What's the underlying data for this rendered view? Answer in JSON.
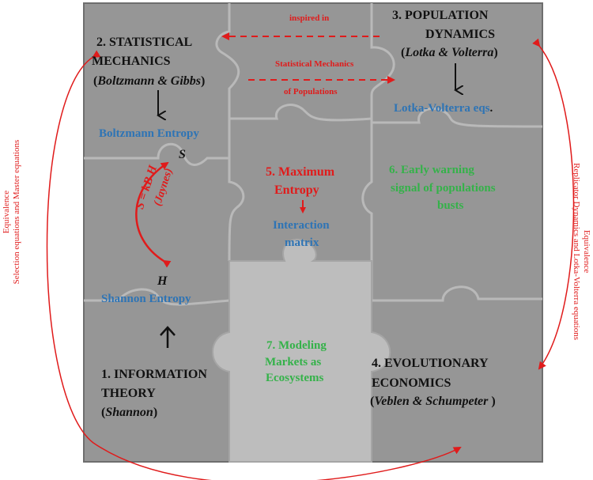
{
  "statmech": {
    "title_line1": "2. STATISTICAL",
    "title_line2": "MECHANICS",
    "authors": "Boltzmann & Gibbs",
    "entropy": "Boltzmann Entropy",
    "symbol": "S"
  },
  "arrows": {
    "inspired": "inspired  in",
    "statmech_line1": "Statistical Mechanics",
    "statmech_line2": "of Populations"
  },
  "popdyn": {
    "title_line1": "3. POPULATION",
    "title_line2": "DYNAMICS",
    "authors": "Lotka & Volterra",
    "equations": "Lotka-Volterra eqs"
  },
  "maxent": {
    "title_line1": "5. Maximum",
    "title_line2": "Entropy",
    "matrix_line1": "Interaction",
    "matrix_line2": "matrix"
  },
  "jaynes": {
    "relation": "S = kB H",
    "name": "(Jaynes)"
  },
  "early_warning": {
    "line1": "6. Early warning",
    "line2": "signal of populations",
    "line3": "busts"
  },
  "info": {
    "symbol": "H",
    "entropy": "Shannon  Entropy",
    "title_line1": "1. INFORMATION",
    "title_line2": "THEORY",
    "authors": "Shannon"
  },
  "markets": {
    "line1": "7. Modeling",
    "line2": "Markets as",
    "line3": "Ecosystems"
  },
  "evo": {
    "title_line1": "4. EVOLUTIONARY",
    "title_line2": "ECONOMICS",
    "authors": "Veblen & Schumpeter "
  },
  "left_equiv": {
    "line1": "Equivalence",
    "line2": "Selection equations and Master equations"
  },
  "right_equiv": {
    "line1": "Equivalence",
    "line2": "Replicator  Dynamics  and  Lotka-Volterra equations",
    "line3": ""
  },
  "colors": {
    "red": "#e01b1b",
    "blue": "#2e74b5",
    "green": "#34b249",
    "board": "#969696"
  }
}
